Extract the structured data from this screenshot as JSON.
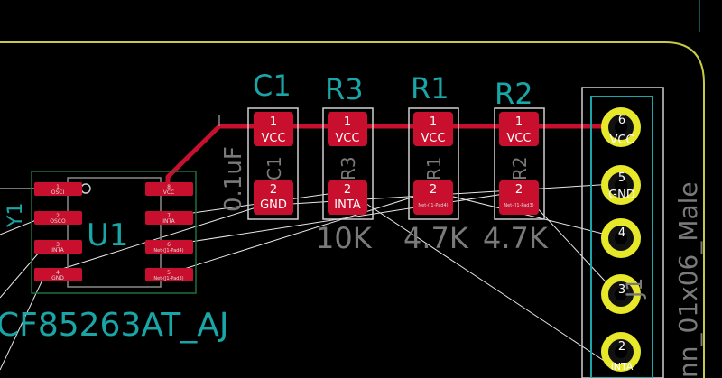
{
  "board": {
    "colors": {
      "background": "#000000",
      "copper_trace": "#c8102e",
      "pad": "#c8102e",
      "silkscreen_ref": "#1aa6a6",
      "fab_outline": "#8a8a8a",
      "ratsnest": "#e8e8e8",
      "board_edge": "#c9c94a",
      "through_hole": "#e8e82a"
    }
  },
  "components": {
    "c1": {
      "ref": "C1",
      "fab_ref": "C1",
      "value": "0.1uF",
      "pad1": {
        "num": "1",
        "net": "VCC"
      },
      "pad2": {
        "num": "2",
        "net": "GND"
      }
    },
    "r3": {
      "ref": "R3",
      "fab_ref": "R3",
      "value": "10K",
      "pad1": {
        "num": "1",
        "net": "VCC"
      },
      "pad2": {
        "num": "2",
        "net": "INTA"
      }
    },
    "r1": {
      "ref": "R1",
      "fab_ref": "R1",
      "value": "4.7K",
      "pad1": {
        "num": "1",
        "net": "VCC"
      },
      "pad2": {
        "num": "2",
        "net": "Net-(J1-Pad4)"
      }
    },
    "r2": {
      "ref": "R2",
      "fab_ref": "R2",
      "value": "4.7K",
      "pad1": {
        "num": "1",
        "net": "VCC"
      },
      "pad2": {
        "num": "2",
        "net": "Net-(J1-Pad3)"
      }
    },
    "u1": {
      "ref": "U1",
      "value_partial": "CF85263AT_AJ",
      "left_label_partial": "Y1",
      "pads": [
        {
          "num": "1",
          "net": "OSCI"
        },
        {
          "num": "2",
          "net": "OSCO"
        },
        {
          "num": "3",
          "net": "INTA"
        },
        {
          "num": "4",
          "net": "GND"
        },
        {
          "num": "5",
          "net": "Net-(J1-Pad3)"
        },
        {
          "num": "6",
          "net": "Net-(J1-Pad4)"
        },
        {
          "num": "7",
          "net": "INTA"
        },
        {
          "num": "8",
          "net": "VCC"
        }
      ]
    },
    "j1": {
      "value_partial": "nn_01x06_Male",
      "ref_partial": "J1",
      "pins": [
        {
          "num": "6",
          "net": "VCC"
        },
        {
          "num": "5",
          "net": "GND"
        },
        {
          "num": "4",
          "net": ""
        },
        {
          "num": "3",
          "net": ""
        },
        {
          "num": "2",
          "net": "INTA"
        }
      ]
    }
  }
}
